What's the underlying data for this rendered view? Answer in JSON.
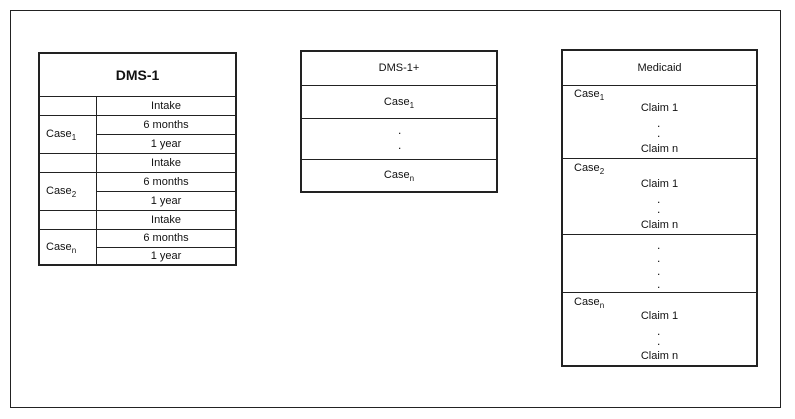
{
  "dms1": {
    "title": "DMS-1",
    "groups": [
      {
        "case_base": "Case",
        "case_sub": "1",
        "rows": [
          "Intake",
          "6 months",
          "1 year"
        ]
      },
      {
        "case_base": "Case",
        "case_sub": "2",
        "rows": [
          "Intake",
          "6 months",
          "1 year"
        ]
      },
      {
        "case_base": "Case",
        "case_sub": "n",
        "rows": [
          "Intake",
          "6 months",
          "1 year"
        ]
      }
    ]
  },
  "dms1plus": {
    "title": "DMS-1+",
    "first_base": "Case",
    "first_sub": "1",
    "ellipsis": ".",
    "last_base": "Case",
    "last_sub": "n"
  },
  "medicaid": {
    "title": "Medicaid",
    "blocks": [
      {
        "case_base": "Case",
        "case_sub": "1",
        "first_claim": "Claim 1",
        "last_claim": "Claim n"
      },
      {
        "case_base": "Case",
        "case_sub": "2",
        "first_claim": "Claim 1",
        "last_claim": "Claim n"
      },
      {
        "case_base": "Case",
        "case_sub": "n",
        "first_claim": "Claim 1",
        "last_claim": "Claim n"
      }
    ],
    "ellipsis": "."
  }
}
